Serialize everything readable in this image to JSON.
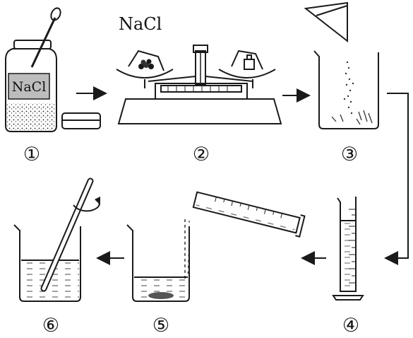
{
  "labels": {
    "jar_label": "NaCl",
    "balance_label": "NaCl"
  },
  "steps": [
    "①",
    "②",
    "③",
    "④",
    "⑤",
    "⑥"
  ],
  "colors": {
    "ink": "#1a1a1a",
    "label_fill": "#bdbdbd",
    "background": "#ffffff"
  },
  "icons": {
    "flow_arrow": "right-arrow-icon",
    "flow_arrow_left": "left-arrow-icon",
    "stir_rotation": "rotation-arrow-icon"
  }
}
